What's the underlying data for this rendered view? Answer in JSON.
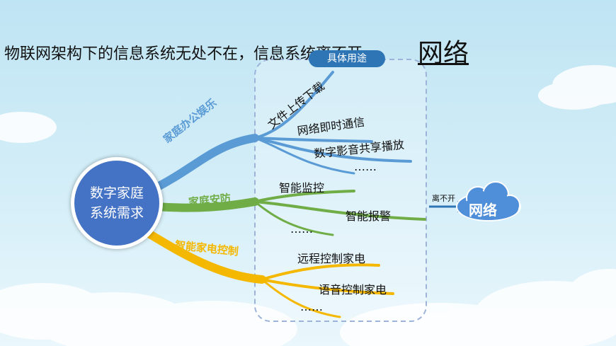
{
  "title": {
    "text": "物联网架构下的信息系统无处不在，信息系统离不开",
    "emphasis": "网络"
  },
  "hub": {
    "line1": "数字家庭",
    "line2": "系统需求"
  },
  "badge": "具体用途",
  "categories": {
    "office": {
      "label": "家庭办公娱乐",
      "color": "#5b9bd5",
      "items": [
        "文件上传下载",
        "网络即时通信",
        "数字影音共享播放",
        "……"
      ]
    },
    "security": {
      "label": "家庭安防",
      "color": "#70ad47",
      "items": [
        "智能监控",
        "智能报警",
        "……"
      ]
    },
    "appliance": {
      "label": "智能家电控制",
      "color": "#f5b800",
      "items": [
        "远程控制家电",
        "语音控制家电",
        "……"
      ]
    }
  },
  "network": {
    "arrow_label": "离不开",
    "cloud_label": "网络"
  },
  "colors": {
    "hub": "#4472c4",
    "badge": "#2e75b6",
    "arrow": "#2e75b6",
    "cloud": "#4f8ed8"
  }
}
